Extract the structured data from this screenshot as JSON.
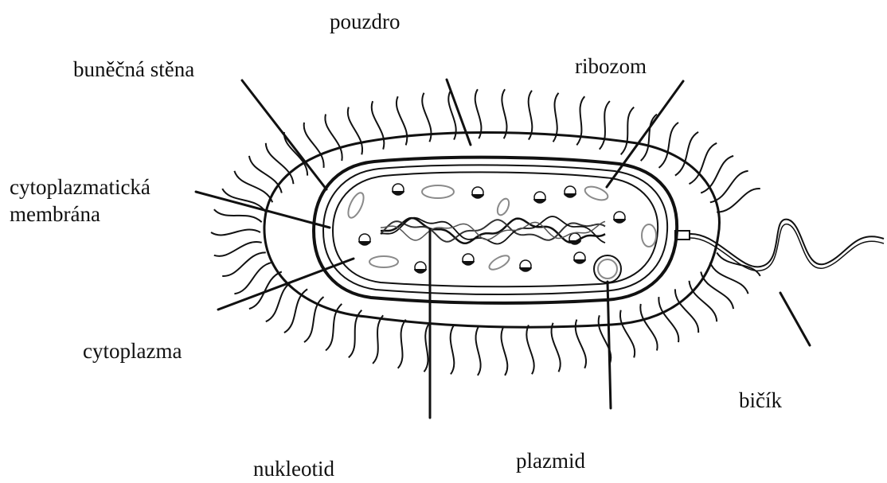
{
  "labels": {
    "capsule": "pouzdro",
    "cell_wall": "buněčná stěna",
    "ribosome": "ribozom",
    "cytoplasmic_membrane_line1": "cytoplazmatická",
    "cytoplasmic_membrane_line2": "membrána",
    "cytoplasm": "cytoplazma",
    "flagellum": "bičík",
    "nucleotide": "nukleotid",
    "plasmid": "plazmid"
  },
  "colors": {
    "ink": "#111111",
    "background": "#ffffff",
    "organelle_grey": "#8a8a8a"
  }
}
